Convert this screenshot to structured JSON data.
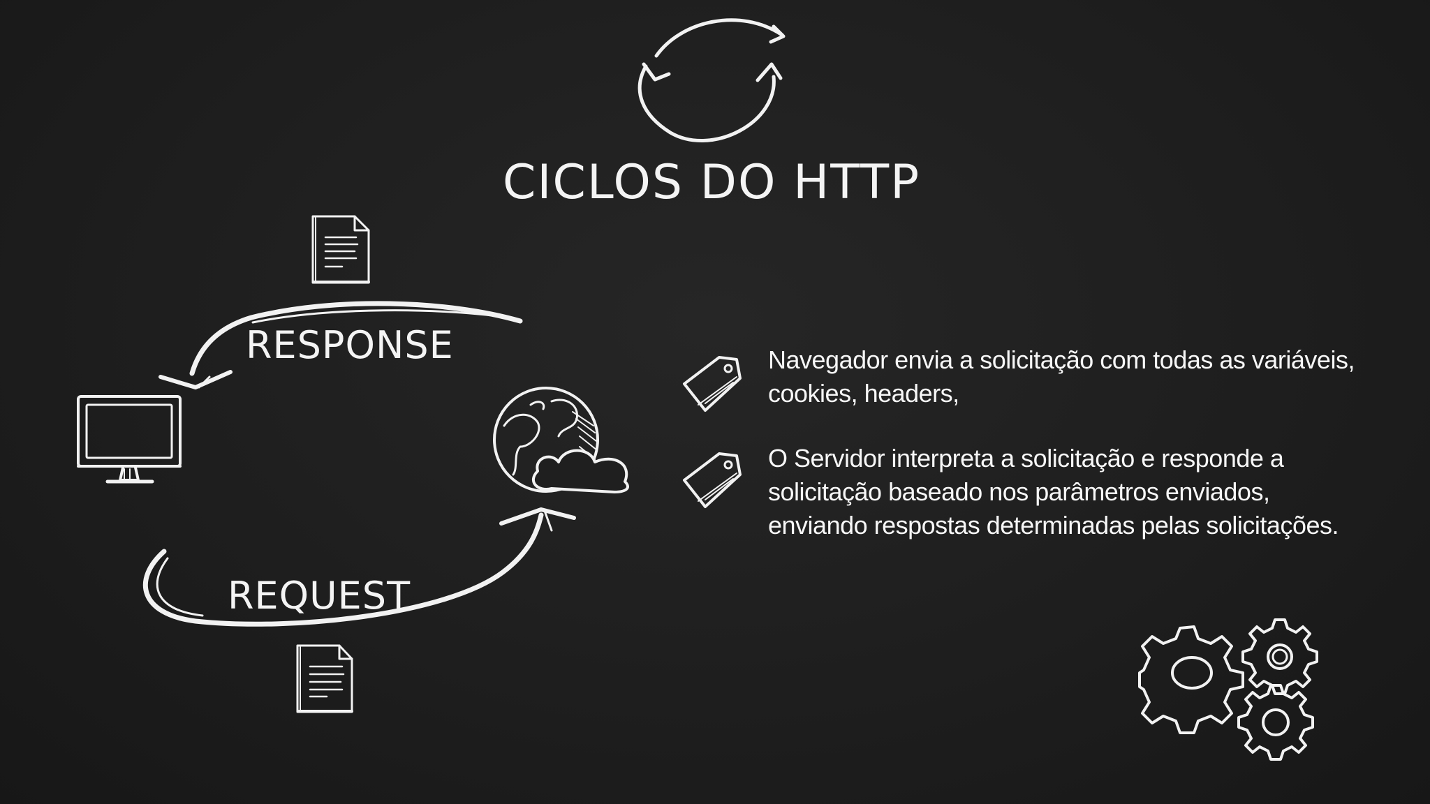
{
  "title": "CICLOS DO HTTP",
  "diagram": {
    "response_label": "RESPONSE",
    "request_label": "REQUEST",
    "icons": {
      "cycle": "cycle-arrows-icon",
      "document_top": "document-icon",
      "document_bottom": "document-icon",
      "client": "monitor-icon",
      "server": "globe-cloud-icon",
      "gears": "gears-icon",
      "bullet": "tag-icon"
    }
  },
  "bullets": [
    {
      "text": "Navegador envia a solicitação com todas as variáveis, cookies, headers,"
    },
    {
      "text": "O Servidor interpreta a solicitação e responde a solicitação baseado nos parâmetros enviados, enviando respostas determinadas pelas solicitações."
    }
  ],
  "colors": {
    "background": "#1d1d1d",
    "chalk": "#f4f4f4"
  }
}
